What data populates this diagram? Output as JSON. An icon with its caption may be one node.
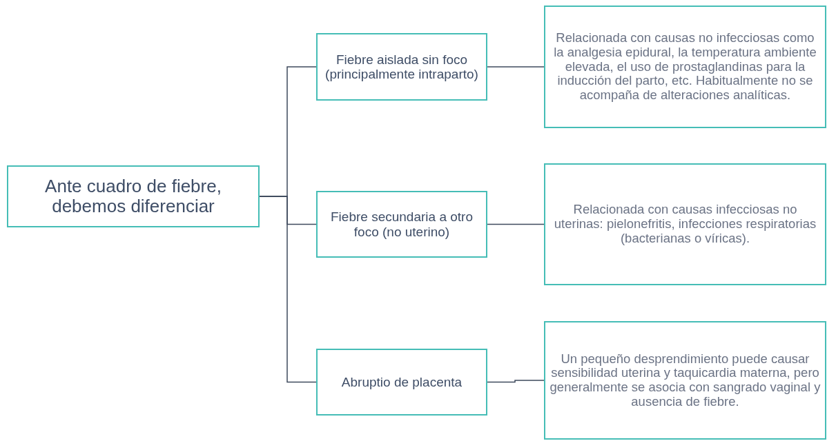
{
  "diagram": {
    "nodes": [
      {
        "text": [
          "Ante cuadro de fiebre, debemos diferenciar"
        ]
      },
      {
        "text": [
          "Fiebre aislada sin foco (principalmente intraparto)"
        ]
      },
      {
        "text": [
          "Fiebre secundaria a otro foco (no uterino)"
        ]
      },
      {
        "text": [
          "Abruptio de placenta"
        ]
      },
      {
        "text": [
          "Relacionada con causas no infecciosas como la analgesia epidural, la temperatura ambiente elevada, el uso de prostaglandinas para la inducción del parto, etc. Habitualmente no se acompaña de alteraciones analíticas."
        ]
      },
      {
        "text": [
          "Relacionada con causas infecciosas no uterinas: pielonefritis, infecciones respiratorias (bacterianas o víricas)."
        ]
      },
      {
        "text": [
          "Un pequeño desprendimiento puede causar sensibilidad uterina y taquicardia materna, pero generalmente se asocia con sangrado vaginal y ausencia de fiebre."
        ]
      }
    ],
    "edges": [
      {
        "from": 0,
        "to": 1,
        "arrow": "none"
      },
      {
        "from": 0,
        "to": 2,
        "arrow": "none"
      },
      {
        "from": 0,
        "to": 3,
        "arrow": "none"
      },
      {
        "from": 1,
        "to": 4,
        "arrow": "none"
      },
      {
        "from": 2,
        "to": 5,
        "arrow": "none"
      },
      {
        "from": 3,
        "to": 6,
        "arrow": "none"
      }
    ]
  }
}
